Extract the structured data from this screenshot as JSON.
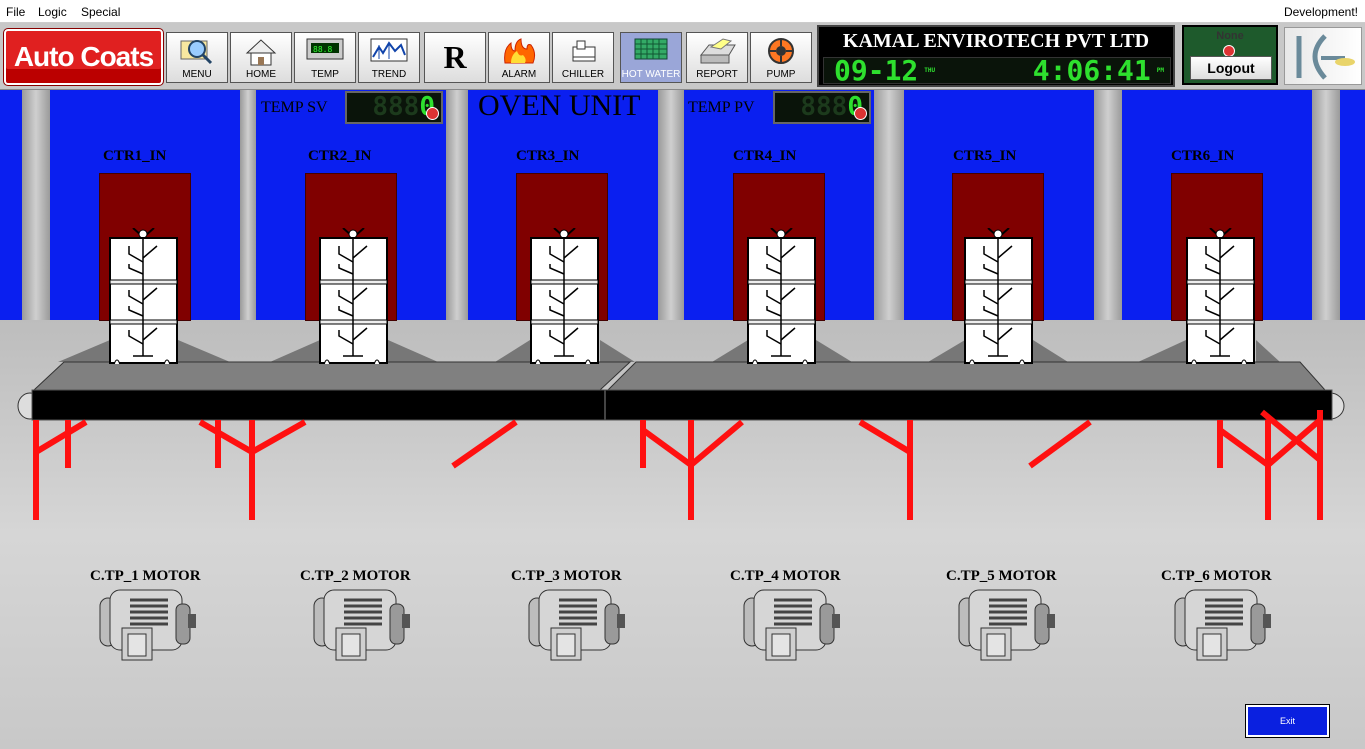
{
  "menu": {
    "items": [
      "File",
      "Logic",
      "Special"
    ],
    "right_label": "Development!"
  },
  "toolbar": {
    "brand": "Auto Coats",
    "buttons": [
      {
        "label": "MENU",
        "icon": "magnifier-icon"
      },
      {
        "label": "HOME",
        "icon": "house-icon"
      },
      {
        "label": "TEMP",
        "icon": "temperature-display-icon"
      },
      {
        "label": "TREND",
        "icon": "trend-chart-icon"
      },
      {
        "label": "R",
        "icon": "r-letter-icon"
      },
      {
        "label": "ALARM",
        "icon": "fire-icon"
      },
      {
        "label": "CHILLER",
        "icon": "chiller-icon"
      },
      {
        "label": "HOT WATER",
        "icon": "hot-water-grid-icon",
        "active": true
      },
      {
        "label": "REPORT",
        "icon": "printer-icon"
      },
      {
        "label": "PUMP",
        "icon": "pump-fan-icon"
      }
    ],
    "company": "KAMAL ENVIROTECH PVT LTD",
    "clock": {
      "date": "09-12",
      "day": "THU",
      "time": "4:06:41",
      "ampm": "PM"
    },
    "user": {
      "name": "None",
      "logout_label": "Logout"
    }
  },
  "scene": {
    "title": "OVEN UNIT",
    "temp_sv": {
      "label": "TEMP SV",
      "value": "0"
    },
    "temp_pv": {
      "label": "TEMP PV",
      "value": "0"
    },
    "ovens": [
      "CTR1_IN",
      "CTR2_IN",
      "CTR3_IN",
      "CTR4_IN",
      "CTR5_IN",
      "CTR6_IN"
    ],
    "motors": [
      "C.TP_1 MOTOR",
      "C.TP_2 MOTOR",
      "C.TP_3 MOTOR",
      "C.TP_4 MOTOR",
      "C.TP_5 MOTOR",
      "C.TP_6 MOTOR"
    ],
    "exit_label": "Exit"
  },
  "colors": {
    "wall_blue": "#0a1ff0",
    "door_maroon": "#800000",
    "leg_red": "#ff1010",
    "lcd_green": "#2ee02e"
  }
}
